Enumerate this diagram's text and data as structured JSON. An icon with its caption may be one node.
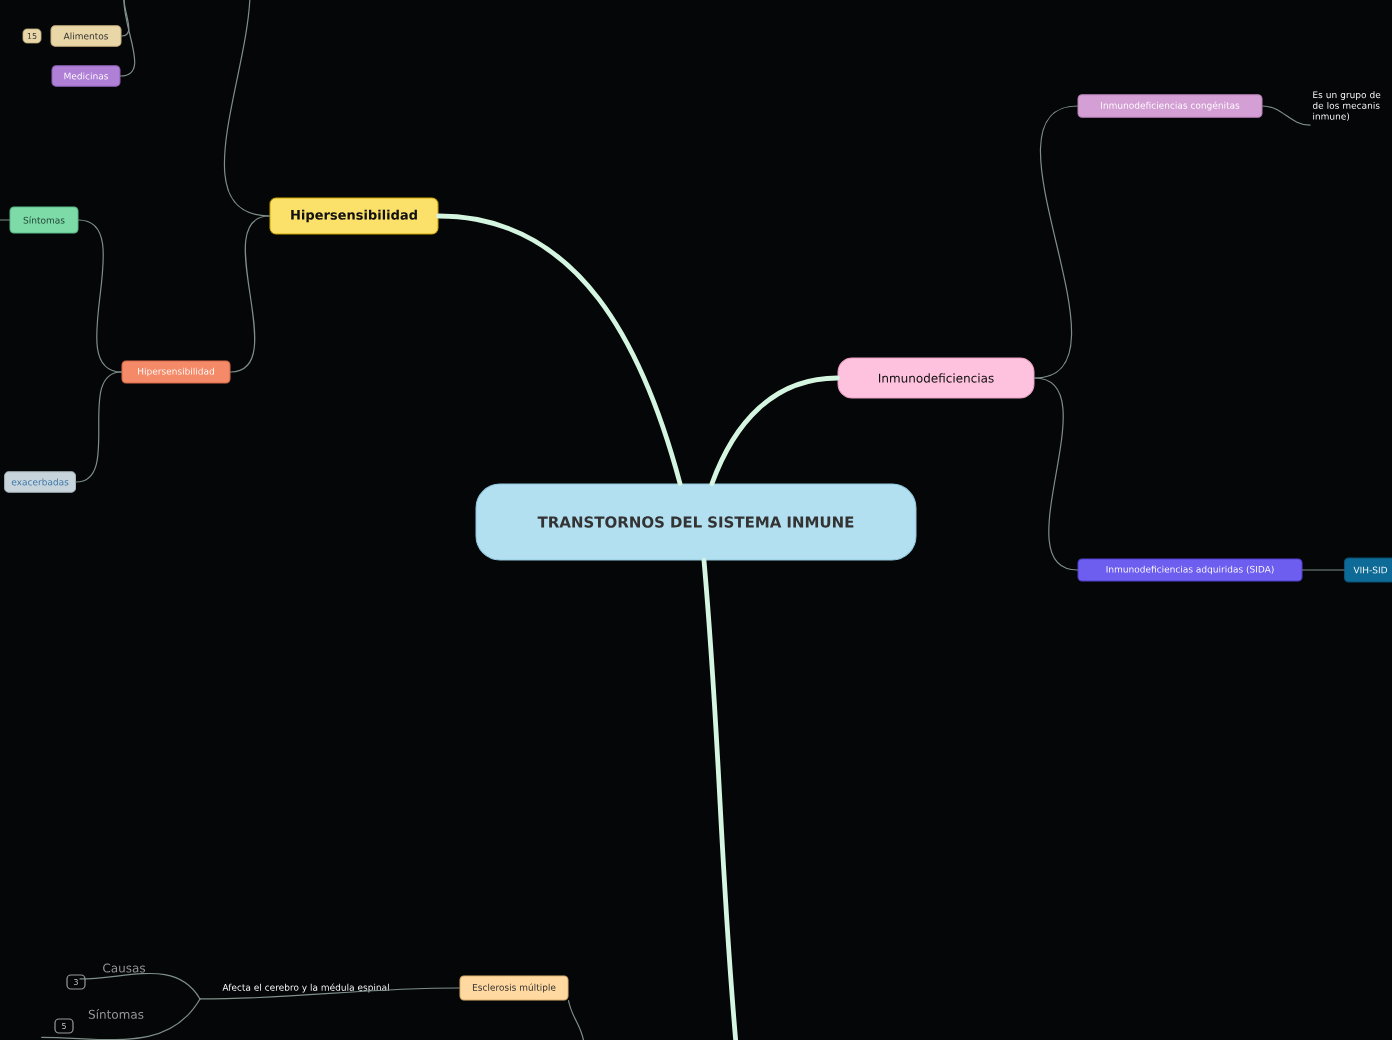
{
  "diagram": {
    "nodes": [
      {
        "text": [
          "TRANSTORNOS DEL SISTEMA INMUNE"
        ]
      },
      {
        "text": [
          "Hipersensibilidad"
        ]
      },
      {
        "text": [
          "Inmunodeficiencias"
        ]
      },
      {
        "text": [
          "Alimentos"
        ],
        "beside": [
          "15"
        ]
      },
      {
        "text": [
          "Medicinas"
        ]
      },
      {
        "text": [
          "Síntomas"
        ]
      },
      {
        "text": [
          "Hipersensibilidad"
        ]
      },
      {
        "text": [
          "exacerbadas"
        ]
      },
      {
        "text": [
          "Inmunodeficiencias congénitas"
        ]
      },
      {
        "text": [
          "Es un grupo de de los mecanis inmune)"
        ]
      },
      {
        "text": [
          "Inmunodeficiencias adquiridas (SIDA)"
        ]
      },
      {
        "text": [
          "VIH-SID"
        ]
      },
      {
        "text": [
          "Esclerosis múltiple"
        ]
      },
      {
        "text": [
          "Afecta el cerebro y la médula espinal"
        ]
      },
      {
        "text": [
          "Causas"
        ],
        "beside": [
          "3"
        ]
      },
      {
        "text": [
          "Síntomas"
        ],
        "beside": [
          "5"
        ]
      }
    ],
    "edges": [
      {
        "from": 0,
        "to": 1,
        "arrow": "none",
        "style": "thick",
        "color": "#d4f5e0"
      },
      {
        "from": 0,
        "to": 2,
        "arrow": "none",
        "style": "thick",
        "color": "#d4f5e0"
      },
      {
        "from": 0,
        "to": null,
        "arrow": "none",
        "style": "thick",
        "color": "#d4f5e0"
      },
      {
        "from": 1,
        "to": 6,
        "arrow": "none"
      },
      {
        "from": 1,
        "to": null,
        "arrow": "none"
      },
      {
        "from": 6,
        "to": 5,
        "arrow": "none"
      },
      {
        "from": 6,
        "to": 7,
        "arrow": "none"
      },
      {
        "from": 3,
        "to": null,
        "arrow": "none"
      },
      {
        "from": 4,
        "to": null,
        "arrow": "none"
      },
      {
        "from": 5,
        "to": null,
        "arrow": "none"
      },
      {
        "from": 2,
        "to": 8,
        "arrow": "none"
      },
      {
        "from": 2,
        "to": 10,
        "arrow": "none"
      },
      {
        "from": 8,
        "to": 9,
        "arrow": "none"
      },
      {
        "from": 10,
        "to": 11,
        "arrow": "none"
      },
      {
        "from": 12,
        "to": 13,
        "arrow": "none"
      },
      {
        "from": 13,
        "to": 14,
        "arrow": "none"
      },
      {
        "from": 13,
        "to": 15,
        "arrow": "none"
      },
      {
        "from": 12,
        "to": null,
        "arrow": "none"
      }
    ]
  }
}
